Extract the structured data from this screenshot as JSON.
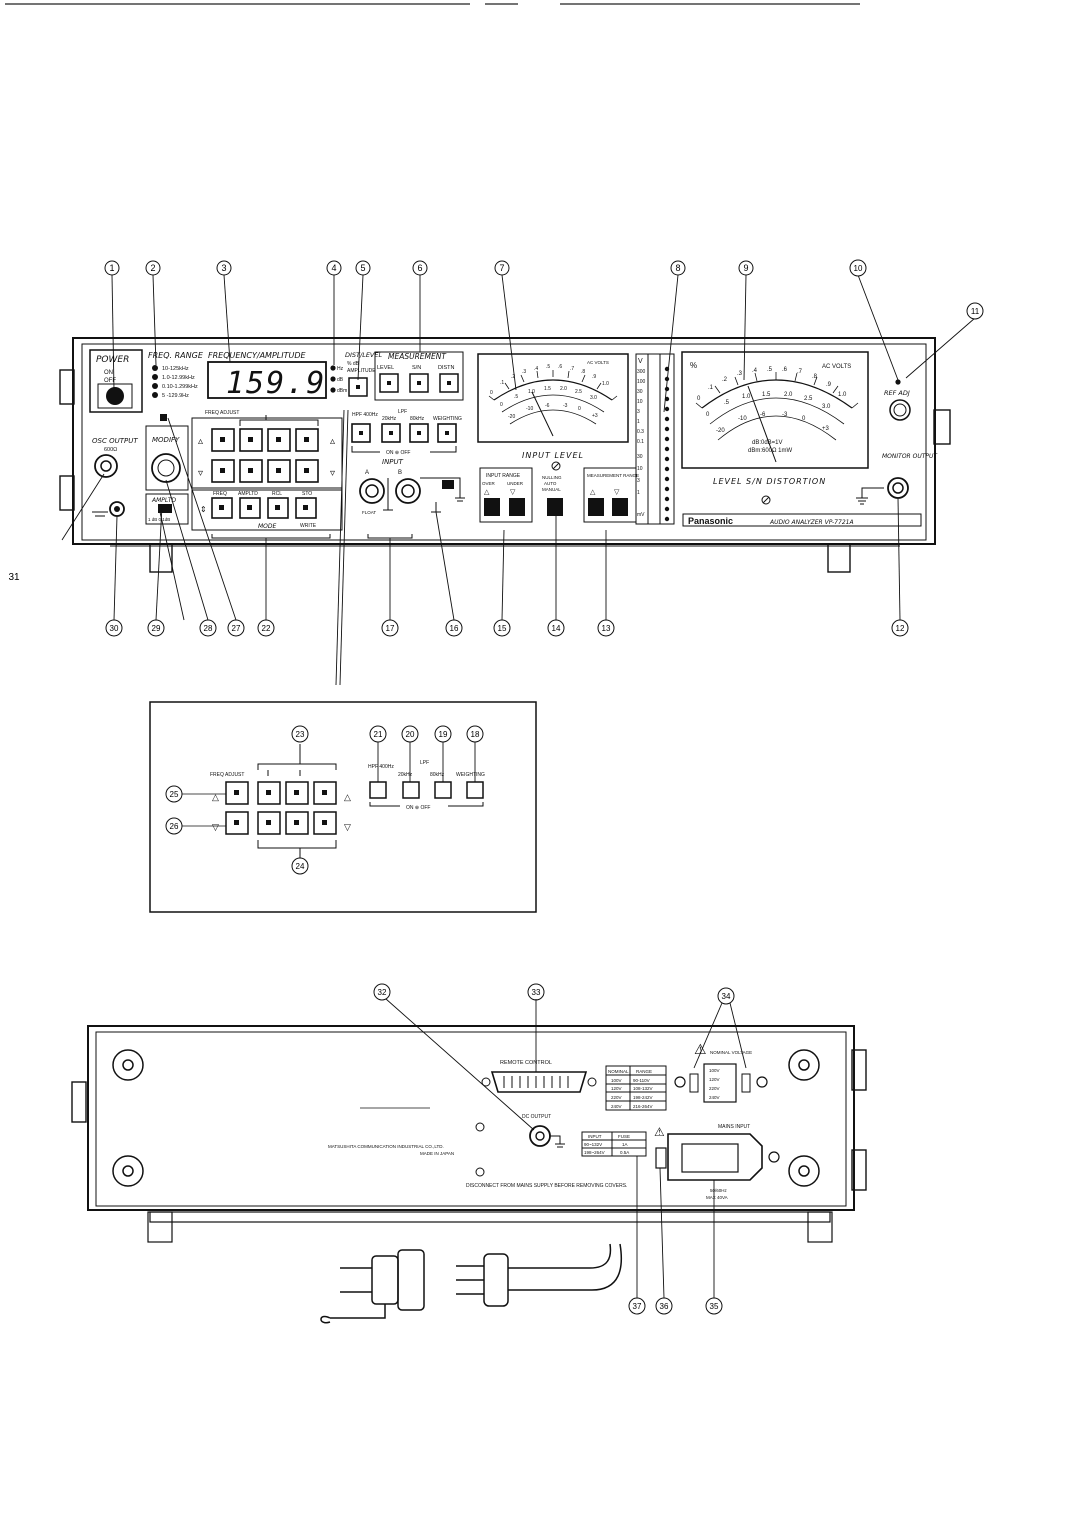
{
  "callouts": [
    "1",
    "2",
    "3",
    "4",
    "5",
    "6",
    "7",
    "8",
    "9",
    "10",
    "11",
    "12",
    "13",
    "14",
    "15",
    "16",
    "17",
    "18",
    "19",
    "20",
    "21",
    "22",
    "23",
    "24",
    "25",
    "26",
    "27",
    "28",
    "29",
    "30",
    "31",
    "32",
    "33",
    "34",
    "35",
    "36",
    "37"
  ],
  "front_panel": {
    "power": {
      "title": "POWER",
      "on": "ON",
      "off": "OFF"
    },
    "freq_range": {
      "title": "FREQ. RANGE",
      "items": [
        "10-125kHz",
        "1.0-12.99kHz",
        "0.10-1.299kHz",
        "5 -129.9Hz"
      ]
    },
    "display": {
      "title": "FREQUENCY/AMPLITUDE",
      "value": "159.9"
    },
    "display_units": [
      "Hz",
      "dB",
      "dBm"
    ],
    "dist_level": {
      "title": "DIST/LEVEL",
      "items": [
        "% dB",
        "AMPLITUDE"
      ]
    },
    "measurement": {
      "title": "MEASUREMENT",
      "buttons": [
        "LEVEL",
        "S/N",
        "DISTN"
      ]
    },
    "filters": {
      "labels": [
        "HPF 400Hz",
        "20kHz",
        "80kHz",
        "WEIGHTING"
      ],
      "lpf": "LPF",
      "on_off": "ON ⊕ OFF"
    },
    "input_meter": {
      "caption": "INPUT LEVEL",
      "unit": "AC VOLTS",
      "scale_top": [
        "0",
        ".1",
        ".2",
        ".3",
        ".4",
        ".5",
        ".6",
        ".7",
        ".8",
        ".9",
        "1.0"
      ],
      "scale_mid": [
        "0",
        ".5",
        "1.0",
        "1.5",
        "2.0",
        "2.5",
        "3.0"
      ],
      "scale_db": [
        "-20",
        "-10",
        "-6",
        "-3",
        "0",
        "+3"
      ]
    },
    "range_column": {
      "header": "V",
      "values": [
        "300",
        "100",
        "30",
        "10",
        "3",
        "1",
        "0.3",
        "0.1",
        "30",
        "10",
        "3",
        "1"
      ],
      "mv_label": "mV"
    },
    "main_meter": {
      "caption": "LEVEL   S/N   DISTORTION",
      "unit_left": "%",
      "unit_right": "AC VOLTS",
      "scale_top": [
        "0",
        ".1",
        ".2",
        ".3",
        ".4",
        ".5",
        ".6",
        ".7",
        ".8",
        ".9",
        "1.0"
      ],
      "scale_mid": [
        "0",
        ".5",
        "1.0",
        "1.5",
        "2.0",
        "2.5",
        "3.0"
      ],
      "scale_db": [
        "-20",
        "-10",
        "-6",
        "-3",
        "0",
        "+3"
      ],
      "note1": "dB:0dB=1V",
      "note2": "dBm:600Ω 1mW"
    },
    "ref_adj": "REF ADJ",
    "monitor": "MONITOR OUTPUT",
    "osc_output": {
      "title": "OSC OUTPUT",
      "sub": "600Ω"
    },
    "modify": "MODIFY",
    "ampltd": "AMPLTD",
    "ampltd_steps": "1 dB  0.1dB",
    "freq_adjust": "FREQ ADJUST",
    "mode": {
      "buttons": [
        "FREQ",
        "AMPLTD",
        "RCL",
        "STO"
      ],
      "write": "WRITE",
      "caption": "MODE"
    },
    "input": {
      "title": "INPUT",
      "a": "A",
      "b": "B",
      "float": "FLOAT"
    },
    "input_range": {
      "title": "INPUT RANGE",
      "items": [
        "OVER",
        "UNDER"
      ]
    },
    "nulling": [
      "NULLING",
      "AUTO",
      "MANUAL"
    ],
    "measurement_range": {
      "title": "MEASUREMENT RANGE"
    },
    "brand": "Panasonic",
    "model": "AUDIO ANALYZER VP-7721A"
  },
  "inset": {
    "freq_adjust": "FREQ ADJUST",
    "hpf": "HPF 400Hz",
    "lpf": "LPF",
    "filters": [
      "20kHz",
      "80kHz",
      "WEIGHTING"
    ],
    "on_off": "ON ⊕ OFF"
  },
  "rear_panel": {
    "remote": "REMOTE CONTROL",
    "dc_output": "DC OUTPUT",
    "maker": "MATSUSHITA COMMUNICATION INDUSTRIAL CO.,LTD.",
    "made_in": "MADE IN JAPAN",
    "voltage_label": "NOMINAL VOLTAGE",
    "voltage_table": {
      "headers": [
        "NOMINAL",
        "RANGE"
      ],
      "rows": [
        [
          "100V",
          "90-110V"
        ],
        [
          "120V",
          "108-132V"
        ],
        [
          "220V",
          "198-242V"
        ],
        [
          "240V",
          "216-264V"
        ]
      ]
    },
    "voltage_selector": [
      "100V",
      "120V",
      "220V",
      "240V"
    ],
    "fuse_table": {
      "headers": [
        "INPUT",
        "FUSE"
      ],
      "rows": [
        [
          "90~132V",
          "1A"
        ],
        [
          "198~264V",
          "0.5A"
        ]
      ]
    },
    "mains_input": "MAINS INPUT",
    "mains_spec": [
      "50/60Hz",
      "MAX 40VA"
    ],
    "warning": "DISCONNECT FROM MAINS SUPPLY BEFORE REMOVING COVERS."
  }
}
